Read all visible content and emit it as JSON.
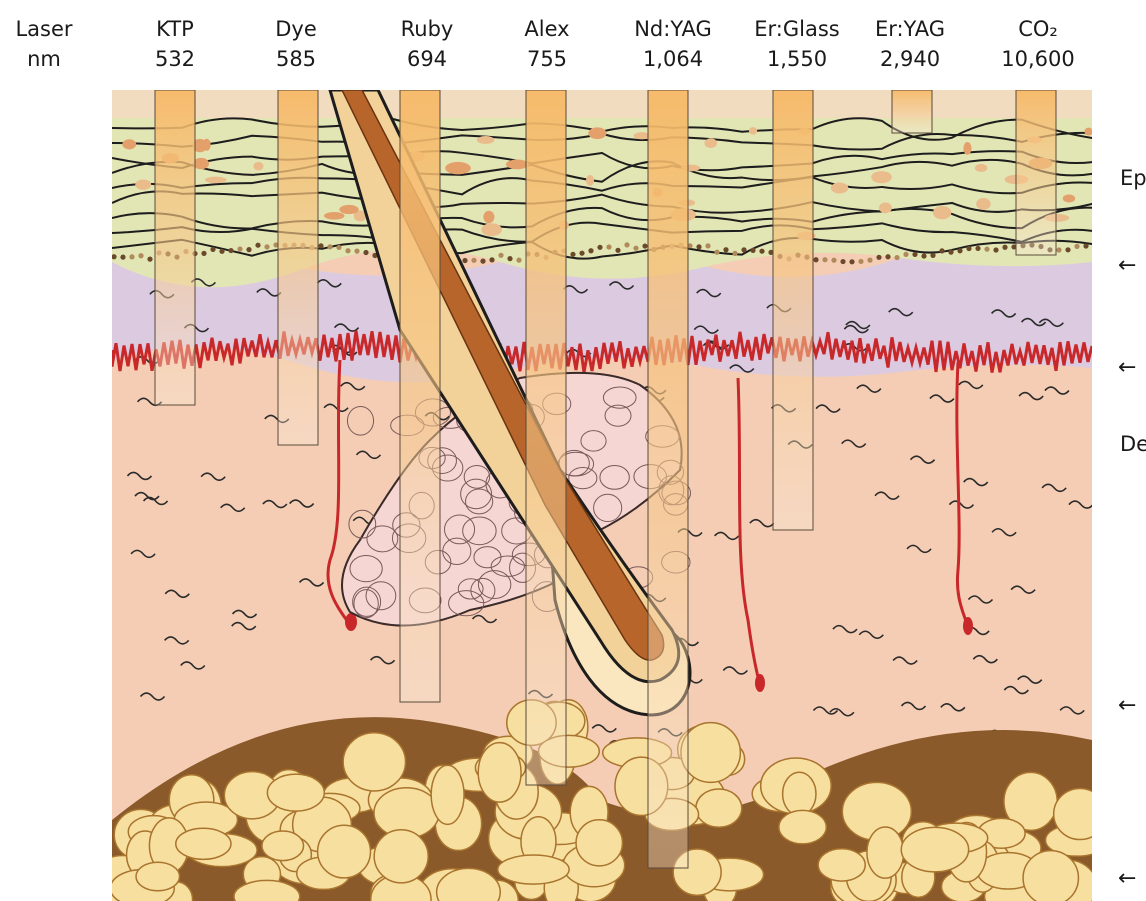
{
  "header": {
    "laser_label": "Laser",
    "nm_label": "nm",
    "lasers": [
      {
        "name": "KTP",
        "nm": "532"
      },
      {
        "name": "Dye",
        "nm": "585"
      },
      {
        "name": "Ruby",
        "nm": "694"
      },
      {
        "name": "Alex",
        "nm": "755"
      },
      {
        "name": "Nd:YAG",
        "nm": "1,064"
      },
      {
        "name": "Er:Glass",
        "nm": "1,550"
      },
      {
        "name": "Er:YAG",
        "nm": "2,940"
      },
      {
        "name": "CO₂",
        "nm": "10,600"
      }
    ]
  },
  "side_labels": {
    "epidermis": "Ep",
    "dermis": "De",
    "arrow": "←"
  },
  "colors": {
    "beam": "#f6b967",
    "epidermis": "#e2e5b4",
    "papillary": "#dccbe0",
    "dermis": "#f4cdb4",
    "fat": "#f7df9f",
    "vessel": "#c8282a",
    "hair": "#b7652a"
  }
}
